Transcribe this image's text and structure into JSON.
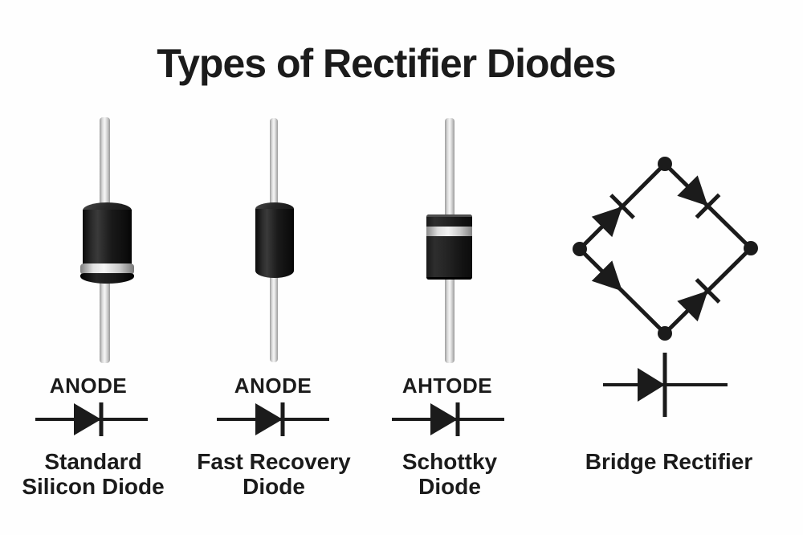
{
  "title": "Types of Rectifier Diodes",
  "columns": [
    {
      "terminal_label": "ANODE",
      "name_lines": [
        "Standard",
        "Silicon Diode"
      ]
    },
    {
      "terminal_label": "ANODE",
      "name_lines": [
        "Fast Recovery",
        "Diode"
      ]
    },
    {
      "terminal_label": "AHTODE",
      "name_lines": [
        "Schottky",
        "Diode"
      ]
    },
    {
      "name_lines": [
        "Bridge Rectifier"
      ]
    }
  ],
  "icons": {
    "diode_symbol": "right-pointing-triangle-with-cathode-bar",
    "bridge_symbol": "four-diode-diamond-with-corner-nodes",
    "packages": [
      "black-cylinder-silver-band-bottom",
      "black-cylinder-plain",
      "black-flat-body-silver-band-top"
    ]
  },
  "colors": {
    "background": "#fefefe",
    "text": "#1b1b1b",
    "symbol_ink": "#1b1b1b",
    "package_black": "#161616",
    "cathode_band_silver": "#e8e8e8",
    "lead_wire_gray": "#d9d9d9"
  }
}
